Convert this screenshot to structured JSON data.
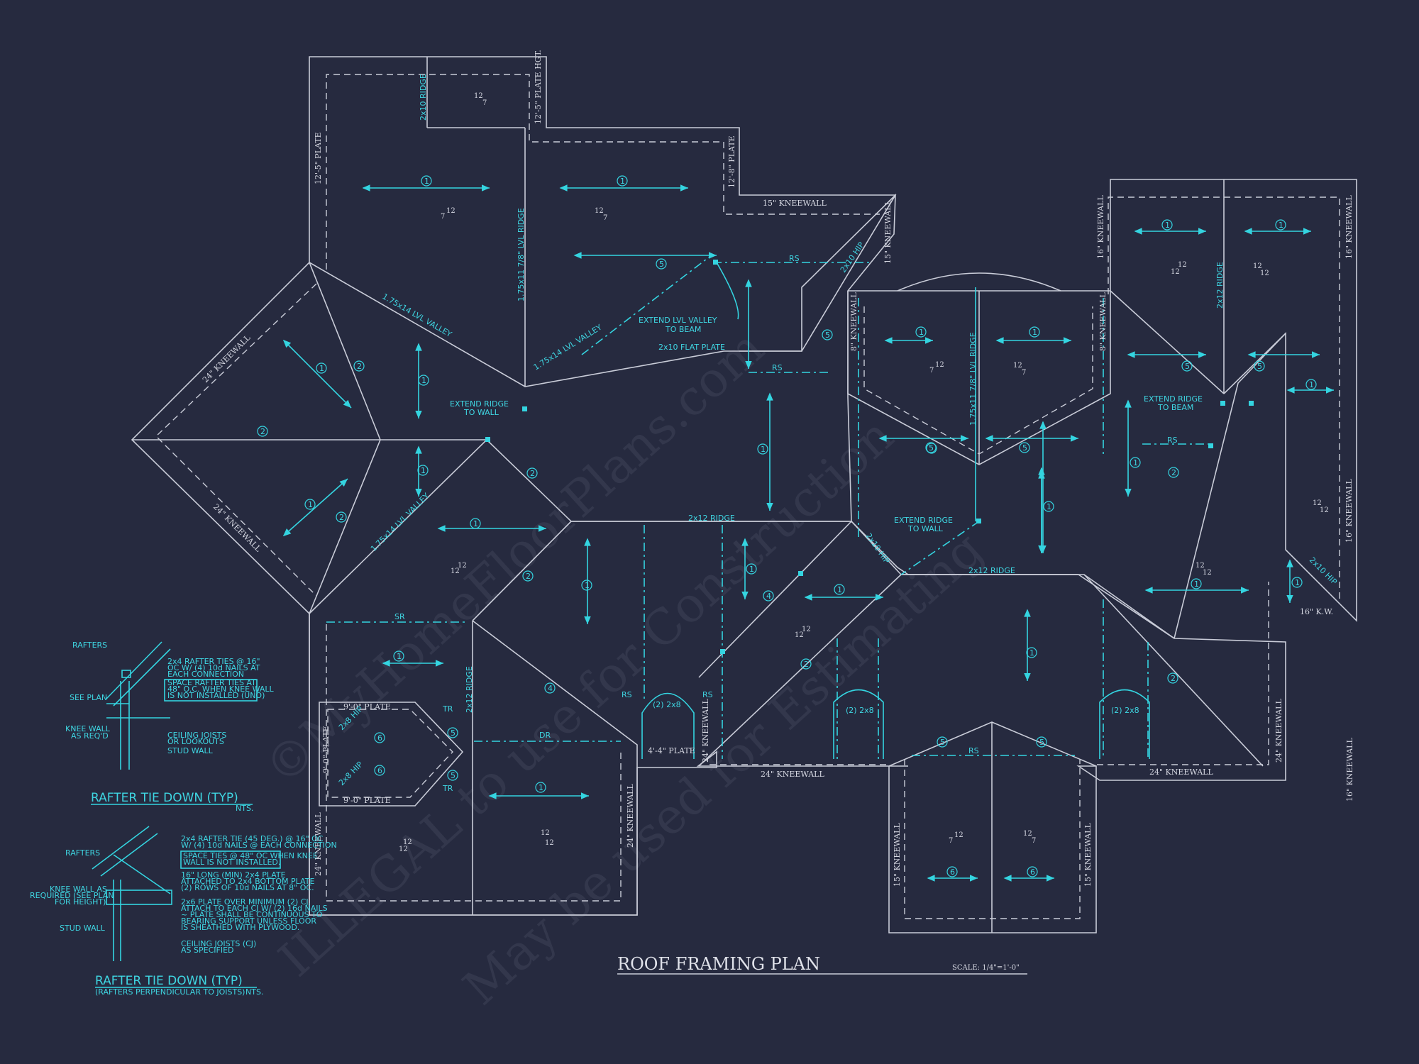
{
  "title": "ROOF FRAMING PLAN",
  "scale": "SCALE: 1/4\"=1'-0\"",
  "watermark": [
    "©MyHomeFloorPlans.com",
    "ILLEGAL to use for Construction",
    "May be used for Estimating"
  ],
  "plate_labels": {
    "plate_hgt": "12'-5\" PLATE HGT.",
    "plate_left": "12'-5\" PLATE",
    "plate_mid": "12'-8\" PLATE",
    "kneewall_15_top": "15\" KNEEWALL",
    "kneewall_15_right": "15\" KNEEWALL",
    "kneewall_24_nw": "24\" KNEEWALL",
    "kneewall_24_sw": "24\" KNEEWALL",
    "kneewall_16_a": "16\" KNEEWALL",
    "kneewall_16_b": "16\" KNEEWALL",
    "kneewall_16_c": "16\" KNEEWALL",
    "kneewall_8_a": "8\" KNEEWALL",
    "kneewall_8_b": "8\" KNEEWALL",
    "kw_16": "16\" K.W.",
    "plate_9_top": "9'-0\" PLATE",
    "plate_9_bot": "9'-0\" PLATE",
    "plate_9_side": "9'-0\" PLATE",
    "plate_4_4": "4'-4\" PLATE",
    "kneewall_24_b1": "24\" KNEEWALL",
    "kneewall_24_b2": "24\" KNEEWALL",
    "kneewall_24_b3": "24\" KNEEWALL",
    "kneewall_24_b4": "24\" KNEEWALL",
    "kneewall_24_b5": "24\" KNEEWALL",
    "kneewall_24_b6": "24\" KNEEWALL",
    "kneewall_15_b1": "15\" KNEEWALL",
    "kneewall_15_b2": "15\" KNEEWALL",
    "kneewall_16_right": "16\" KNEEWALL"
  },
  "framing_labels": {
    "ridge_2x10": "2x10 RIDGE",
    "lvl_ridge_1": "1.75x11 7/8\" LVL RIDGE",
    "lvl_ridge_2": "1.75x11 7/8\" LVL RIDGE",
    "lvl_valley_1": "1.75x14 LVL VALLEY",
    "lvl_valley_2": "1.75x14 LVL VALLEY",
    "lvl_valley_3": "1.75x14 LVL VALLEY",
    "extend_valley": "EXTEND LVL VALLEY",
    "to_beam": "TO BEAM",
    "flat_plate": "2x10 FLAT PLATE",
    "extend_ridge_1a": "EXTEND RIDGE",
    "extend_ridge_1b": "TO WALL",
    "extend_ridge_2a": "EXTEND RIDGE",
    "extend_ridge_2b": "TO WALL",
    "extend_ridge_3a": "EXTEND RIDGE",
    "extend_ridge_3b": "TO BEAM",
    "ridge_2x12_a": "2x12 RIDGE",
    "ridge_2x12_b": "2x12 RIDGE",
    "ridge_2x12_c": "2x12 RIDGE",
    "ridge_2x12_d": "2x12 RIDGE",
    "hip_2x10_a": "2x10 HIP",
    "hip_2x10_b": "2x10 HIP",
    "hip_2x10_c": "2x10 HIP",
    "hip_2x8_a": "2x8 HIP",
    "hip_2x8_b": "2x8 HIP",
    "two_2x8_a": "(2) 2x8",
    "two_2x8_b": "(2) 2x8",
    "two_2x8_c": "(2) 2x8",
    "rs": "RS",
    "sr": "SR",
    "dr": "DR",
    "tr": "TR"
  },
  "pitch": {
    "rise_7": "7",
    "rise_12": "12",
    "run_12": "12"
  },
  "rafter_marks": [
    "1",
    "2",
    "4",
    "5",
    "6"
  ],
  "detail_1": {
    "title": "RAFTER TIE DOWN (TYP)",
    "nts": "NTS.",
    "labels": {
      "rafters": "RAFTERS",
      "see_plan": "SEE PLAN",
      "knee_wall": "KNEE WALL",
      "as_reqd": "AS REQ'D",
      "ties_1": "2x4 RAFTER TIES @ 16\"",
      "ties_2": "OC W/ (4) 10d NAILS AT",
      "ties_3": "EACH CONNECTION",
      "space_1": "SPACE RAFTER TIES AT",
      "space_2": "48\" O.C. WHEN KNEE WALL",
      "space_3": "IS NOT INSTALLED (UNO)",
      "ceiling_1": "CEILING JOISTS",
      "ceiling_2": "OR LOOKOUTS",
      "stud_wall": "STUD WALL"
    }
  },
  "detail_2": {
    "title": "RAFTER TIE DOWN (TYP)",
    "subtitle": "(RAFTERS PERPENDICULAR TO JOISTS)",
    "nts": "NTS.",
    "labels": {
      "rafters": "RAFTERS",
      "knee_1": "KNEE WALL AS",
      "knee_2": "REQUIRED (SEE PLAN",
      "knee_3": "FOR HEIGHT)",
      "stud_wall": "STUD WALL",
      "tie_1": "2x4 RAFTER TIE (45 DEG.) @ 16\" OC",
      "tie_2": "W/ (4) 10d NAILS @ EACH CONNECTION",
      "space_1": "SPACE TIES @ 48\" OC WHEN KNEE",
      "space_2": "WALL IS NOT INSTALLED.",
      "plate_1": "16\" LONG (MIN) 2x4 PLATE",
      "plate_2": "ATTACHED TO 2x4 BOTTOM PLATE",
      "plate_3": "(2) ROWS OF 10d NAILS AT 8\" OC.",
      "over_1": "2x6 PLATE OVER MINIMUM (2) CJ.",
      "over_2": "ATTACH TO EACH CJ W/ (2) 16d NAILS",
      "over_3": "~ PLATE SHALL BE CONTINUOUS TO",
      "over_4": "BEARING SUPPORT UNLESS FLOOR",
      "over_5": "IS SHEATHED WITH PLYWOOD.",
      "cj_1": "CEILING JOISTS (CJ)",
      "cj_2": "AS SPECIFIED"
    }
  }
}
